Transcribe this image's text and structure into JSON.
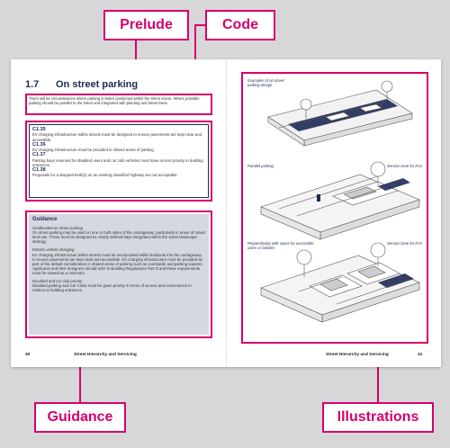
{
  "callouts": {
    "prelude": "Prelude",
    "code": "Code",
    "guidance": "Guidance",
    "illustrations": "Illustrations"
  },
  "left_page": {
    "section_number": "1.7",
    "section_title": "On street parking",
    "prelude_text": "There will be circumstances where parking is better positioned within the street scene. Where possible parking should be parallel to the street and integrated with planting and street trees.",
    "codes": [
      {
        "id": "C1.35",
        "text": "EV charging infrastructure within streets must be designed to ensure pavements are kept clear and accessible."
      },
      {
        "id": "C1.36",
        "text": "EV charging infrastructure must be provided in shared areas of parking."
      },
      {
        "id": "C1.37",
        "text": "Parking bays reserved for disabled users and car club vehicles must have access priority to building entrances."
      },
      {
        "id": "C1.38",
        "text": "Proposals for a dropped kerb(s) on an existing classified highway are not acceptable."
      }
    ],
    "guidance_title": "Guidance",
    "guidance_items": [
      {
        "title": "Unallocated on street parking",
        "text": "On street parking may be used on one or both sides of the carriageway, particularly in areas of mixed land use. These must be designed as clearly defined bays integrated within the street landscape strategy."
      },
      {
        "title": "Electric vehicle charging",
        "text": "EV charging infrastructure within streets must be incorporated within buildouts into the carriageway to ensure pavements are kept clear and accessible. EV charging infrastructure must be provided as part of the default consideration in shared areas of parking such as courtyards and parking squares. Applicants and their designers should refer to Building Regulations Part S and these requirements must be viewed as a minimum."
      },
      {
        "title": "Disabled and car club priority",
        "text": "Disabled parking and Car Clubs must be given priority in terms of access and convenience in relation to building entrances."
      }
    ],
    "page_number": "40",
    "footer_title": "Street Hierarchy and Servicing"
  },
  "right_page": {
    "captions": {
      "examples": "Examples of on street parking design",
      "parallel": "Parallel parking",
      "service_zone_1": "Service zone for EVs",
      "perpendicular": "Perpendicular with space for accessible users or families",
      "service_zone_2": "Service zone for EVs"
    },
    "page_number": "41",
    "footer_title": "Street Hierarchy and Servicing"
  }
}
